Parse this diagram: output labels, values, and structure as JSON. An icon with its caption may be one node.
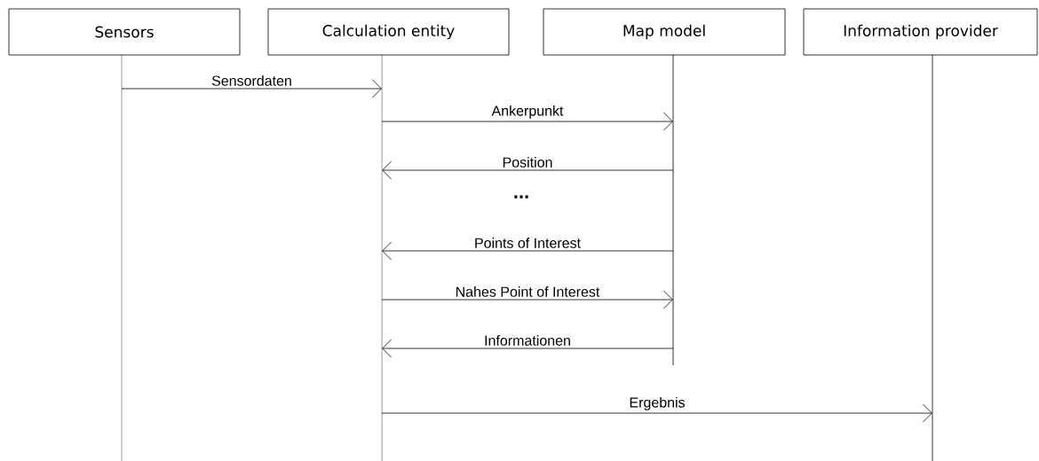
{
  "diagram": {
    "nodes": [
      {
        "text": [
          "Sensors"
        ]
      },
      {
        "text": [
          "Calculation entity"
        ]
      },
      {
        "text": [
          "Map model"
        ]
      },
      {
        "text": [
          "Information provider"
        ]
      },
      {
        "text": [],
        "shape": "line"
      },
      {
        "text": [],
        "shape": "line"
      },
      {
        "text": [],
        "shape": "line"
      },
      {
        "text": [],
        "shape": "line"
      }
    ],
    "edges": [
      {
        "from": 4,
        "to": 5,
        "arrow": "to",
        "label": "Sensordaten"
      },
      {
        "from": 5,
        "to": 6,
        "arrow": "to",
        "label": "Ankerpunkt"
      },
      {
        "from": 6,
        "to": 5,
        "arrow": "to",
        "label": "Position"
      },
      {
        "from": 6,
        "to": 5,
        "arrow": "to",
        "label": "Points of Interest"
      },
      {
        "from": 5,
        "to": 6,
        "arrow": "to",
        "label": "Nahes Point of Interest"
      },
      {
        "from": 6,
        "to": 5,
        "arrow": "to",
        "label": "Informationen"
      },
      {
        "from": 5,
        "to": 7,
        "arrow": "to",
        "label": "Ergebnis"
      }
    ],
    "labels": [
      "..."
    ]
  }
}
